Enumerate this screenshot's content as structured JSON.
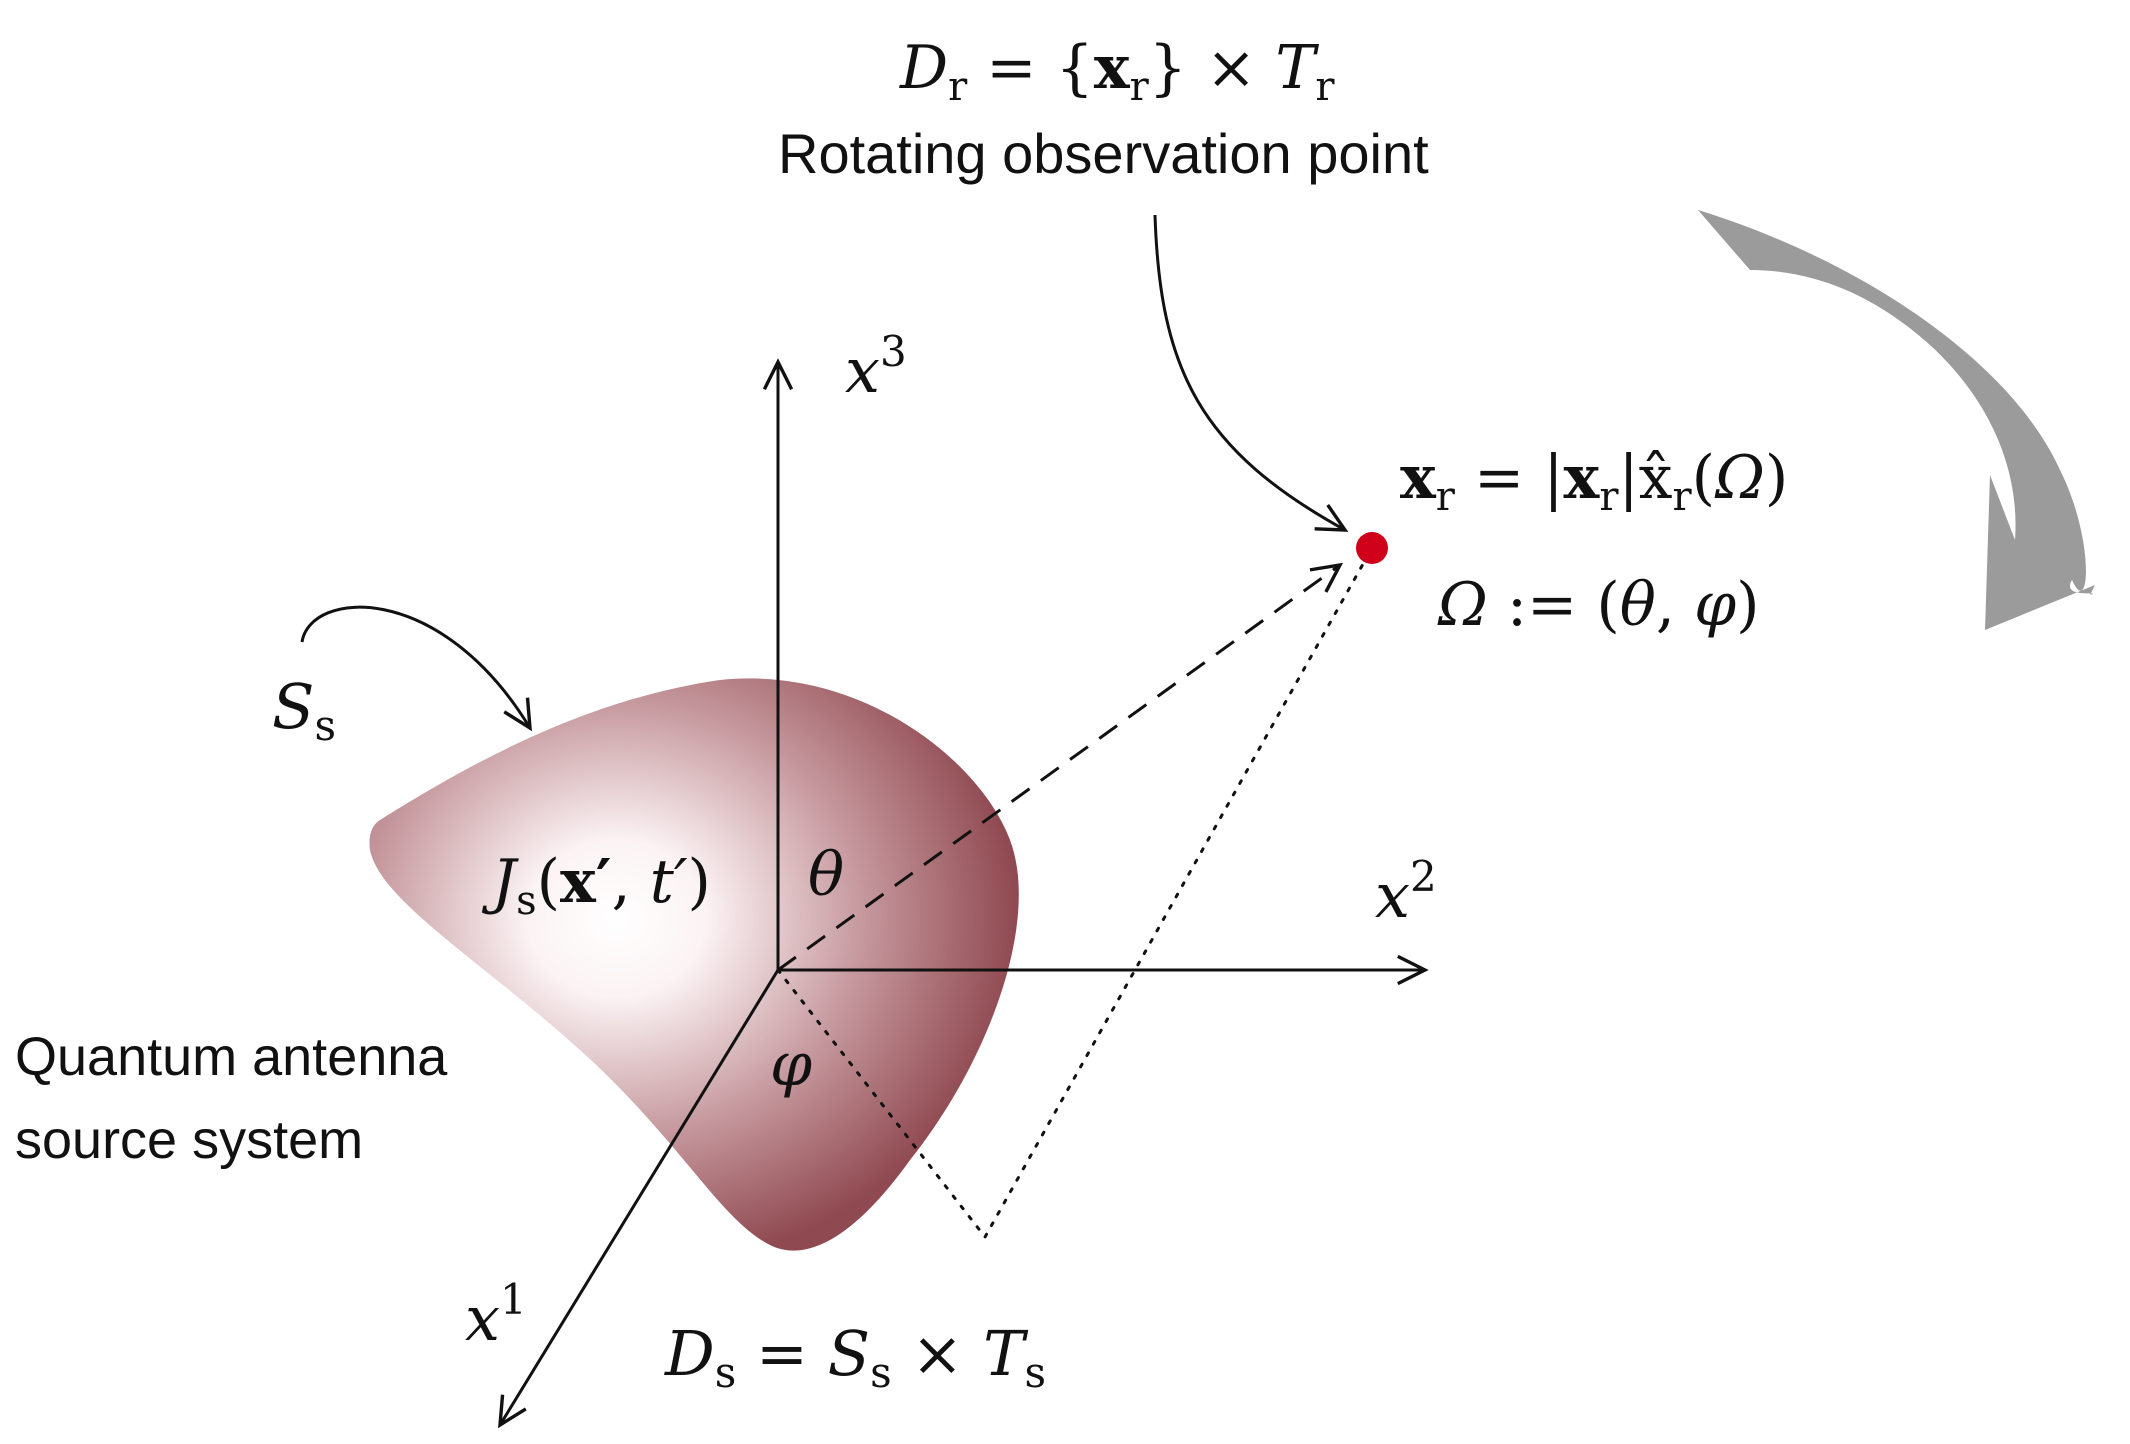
{
  "labels": {
    "dr_lhs": "D",
    "dr_lhs_sub": "r",
    "dr_rhs_1": " = {",
    "dr_rhs_x": "x",
    "dr_rhs_x_sub": "r",
    "dr_rhs_2": "} × ",
    "dr_rhs_T": "T",
    "dr_rhs_T_sub": "r",
    "rotating_caption": "Rotating observation point",
    "xr_eq_x": "x",
    "xr_eq_x_sub": "r",
    "xr_eq_mid1": " = |",
    "xr_eq_x2": "x",
    "xr_eq_x2_sub": "r",
    "xr_eq_mid2": "|",
    "xr_eq_hat": "x̂",
    "xr_eq_hat_sub": "r",
    "xr_eq_tail_open": "(",
    "xr_eq_omega": "Ω",
    "xr_eq_tail_close": ")",
    "omega_def_omega": "Ω",
    "omega_def_rest": " := (",
    "omega_def_theta": "θ",
    "omega_def_comma": ", ",
    "omega_def_phi": "φ",
    "omega_def_close": ")",
    "axis_x3": "x",
    "axis_x3_sup": "3",
    "axis_x2": "x",
    "axis_x2_sup": "2",
    "axis_x1": "x",
    "axis_x1_sup": "1",
    "ss_label": "S",
    "ss_label_sub": "s",
    "js_J": "J",
    "js_sub": "s",
    "js_rest_open": "(",
    "js_x": "x′",
    "js_comma": ", ",
    "js_t": "t′",
    "js_close": ")",
    "theta": "θ",
    "phi": "φ",
    "source_caption_line1": "Quantum antenna",
    "source_caption_line2": "source system",
    "ds_D": "D",
    "ds_D_sub": "s",
    "ds_eq": " = ",
    "ds_S": "S",
    "ds_S_sub": "s",
    "ds_times": " × ",
    "ds_T": "T",
    "ds_T_sub": "s"
  },
  "colors": {
    "blob_edge": "#96505a",
    "blob_center": "#ffffff",
    "observation_point": "#d0021b",
    "rotation_arrow": "#9b9b9b",
    "ink": "#111111"
  }
}
